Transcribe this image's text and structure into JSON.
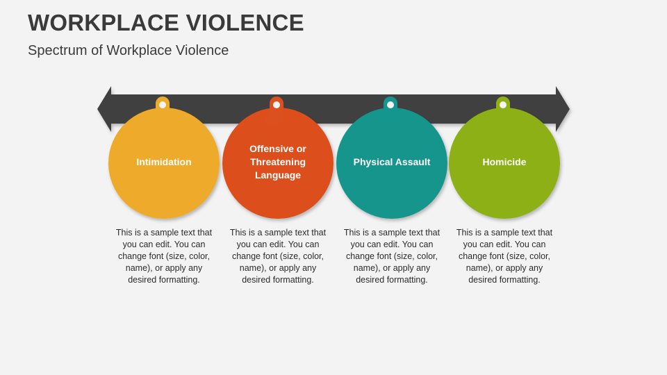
{
  "header": {
    "title": "WORKPLACE VIOLENCE",
    "subtitle": "Spectrum of Workplace Violence"
  },
  "colors": {
    "arrow": "#3f3f3f",
    "circles": [
      "#eeaa2b",
      "#dc4f1e",
      "#14958d",
      "#8cb016"
    ]
  },
  "stages": [
    {
      "label": "Intimidation",
      "description": "This is a sample text that you can edit. You can change font (size, color, name), or apply any desired formatting."
    },
    {
      "label": "Offensive or Threatening Language",
      "description": "This is a sample text that you can edit. You can change font (size, color, name), or apply any desired formatting."
    },
    {
      "label": "Physical Assault",
      "description": "This is a sample text that you can edit. You can change font (size, color, name), or apply any desired formatting."
    },
    {
      "label": "Homicide",
      "description": "This is a sample text that you can edit. You can change font (size, color, name), or apply any desired formatting."
    }
  ]
}
